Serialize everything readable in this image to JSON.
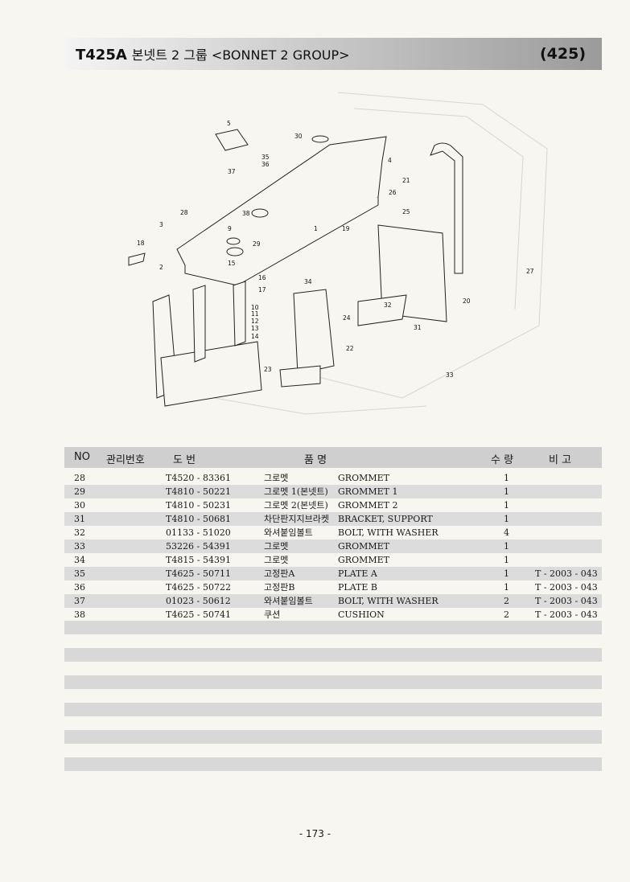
{
  "header": {
    "model": "T425A",
    "title": "본넷트 2 그룹 <BONNET 2 GROUP>",
    "page_ref": "(425)"
  },
  "columns": {
    "no": "NO",
    "code": "관리번호",
    "part_no": "도    번",
    "name": "품          명",
    "qty": "수 량",
    "remark": "비  고"
  },
  "parts": [
    {
      "no": "28",
      "part_no": "T4520 - 83361",
      "name_ko": "그로멧",
      "name_en": "GROMMET",
      "qty": "1",
      "remark": ""
    },
    {
      "no": "29",
      "part_no": "T4810 - 50221",
      "name_ko": "그로멧 1(본넷트)",
      "name_en": "GROMMET 1",
      "qty": "1",
      "remark": ""
    },
    {
      "no": "30",
      "part_no": "T4810 - 50231",
      "name_ko": "그로멧 2(본넷트)",
      "name_en": "GROMMET 2",
      "qty": "1",
      "remark": ""
    },
    {
      "no": "31",
      "part_no": "T4810 - 50681",
      "name_ko": "차단판지지브라켓",
      "name_en": "BRACKET, SUPPORT",
      "qty": "1",
      "remark": ""
    },
    {
      "no": "32",
      "part_no": "01133 - 51020",
      "name_ko": "와셔붙임볼트",
      "name_en": "BOLT, WITH WASHER",
      "qty": "4",
      "remark": ""
    },
    {
      "no": "33",
      "part_no": "53226 - 54391",
      "name_ko": "그로멧",
      "name_en": "GROMMET",
      "qty": "1",
      "remark": ""
    },
    {
      "no": "34",
      "part_no": "T4815 - 54391",
      "name_ko": "그로멧",
      "name_en": "GROMMET",
      "qty": "1",
      "remark": ""
    },
    {
      "no": "35",
      "part_no": "T4625 - 50711",
      "name_ko": "고정판A",
      "name_en": "PLATE A",
      "qty": "1",
      "remark": "T - 2003 - 043"
    },
    {
      "no": "36",
      "part_no": "T4625 - 50722",
      "name_ko": "고정판B",
      "name_en": "PLATE B",
      "qty": "1",
      "remark": "T - 2003 - 043"
    },
    {
      "no": "37",
      "part_no": "01023 - 50612",
      "name_ko": "와셔붙임볼트",
      "name_en": "BOLT, WITH WASHER",
      "qty": "2",
      "remark": "T - 2003 - 043"
    },
    {
      "no": "38",
      "part_no": "T4625 - 50741",
      "name_ko": "쿠션",
      "name_en": "CUSHION",
      "qty": "2",
      "remark": "T - 2003 - 043"
    }
  ],
  "callouts": [
    "1",
    "2",
    "3",
    "4",
    "5",
    "9",
    "10",
    "11",
    "12",
    "13",
    "14",
    "15",
    "16",
    "17",
    "18",
    "19",
    "20",
    "21",
    "22",
    "23",
    "24",
    "25",
    "26",
    "27",
    "28",
    "29",
    "30",
    "31",
    "32",
    "33",
    "34",
    "35",
    "36",
    "37",
    "38"
  ],
  "footer": {
    "page_number": "- 173 -"
  }
}
